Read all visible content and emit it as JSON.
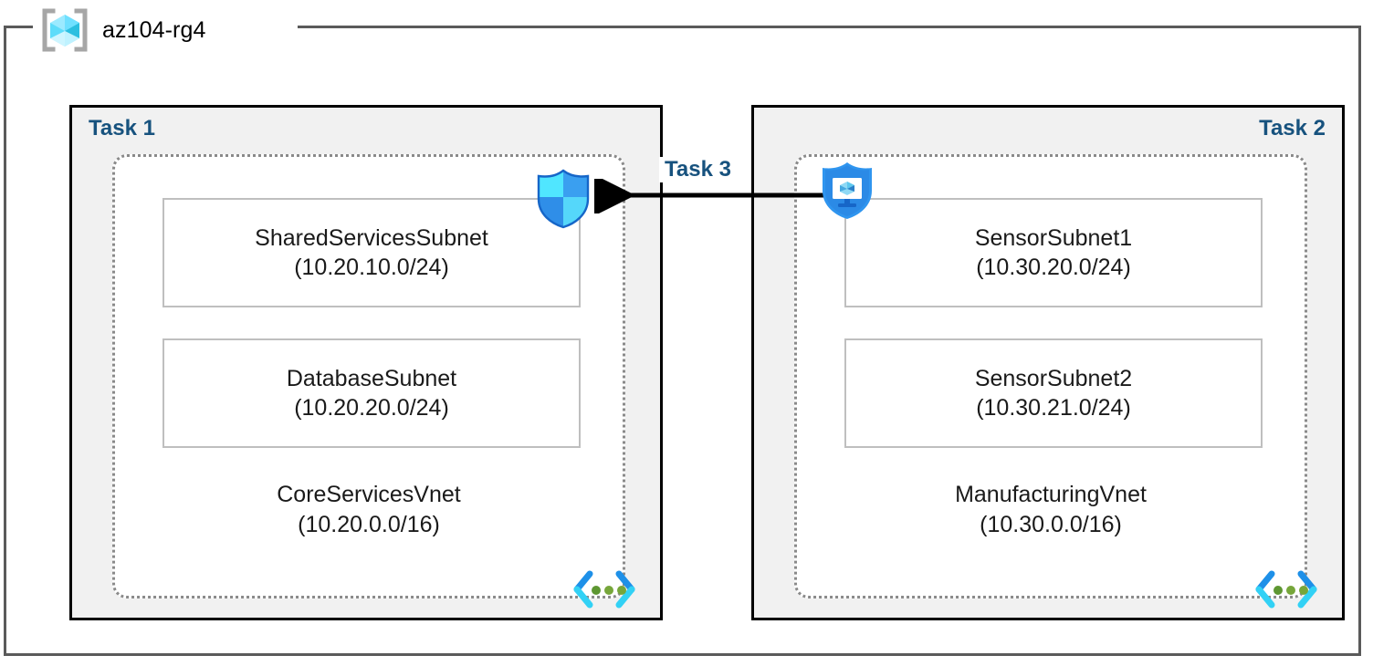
{
  "resource_group": {
    "name": "az104-rg4",
    "icon": "resource-group-cube-icon"
  },
  "connector": {
    "label": "Task 3",
    "direction": "right-to-left",
    "color": "#000000"
  },
  "colors": {
    "task_label": "#17527e",
    "task_box_fill": "#f1f1f1",
    "task_box_border": "#000000",
    "vnet_border": "#8a8a8a",
    "subnet_border": "#bfbfbf",
    "rg_frame": "#5a5a5a",
    "azure_blue": "#1e90e8",
    "azure_cyan": "#50e6ff",
    "vnet_dot_green": "#5e9732"
  },
  "tasks": [
    {
      "label": "Task 1",
      "label_align": "left",
      "security_icon": "firewall-shield-icon",
      "vnet": {
        "name": "CoreServicesVnet",
        "cidr": "(10.20.0.0/16)",
        "corner_icon": "virtual-network-icon",
        "subnets": [
          {
            "name": "SharedServicesSubnet",
            "cidr": "(10.20.10.0/24)"
          },
          {
            "name": "DatabaseSubnet",
            "cidr": "(10.20.20.0/24)"
          }
        ]
      }
    },
    {
      "label": "Task 2",
      "label_align": "right",
      "security_icon": "network-security-group-shield-icon",
      "vnet": {
        "name": "ManufacturingVnet",
        "cidr": "(10.30.0.0/16)",
        "corner_icon": "virtual-network-icon",
        "subnets": [
          {
            "name": "SensorSubnet1",
            "cidr": "(10.30.20.0/24)"
          },
          {
            "name": "SensorSubnet2",
            "cidr": "(10.30.21.0/24)"
          }
        ]
      }
    }
  ]
}
